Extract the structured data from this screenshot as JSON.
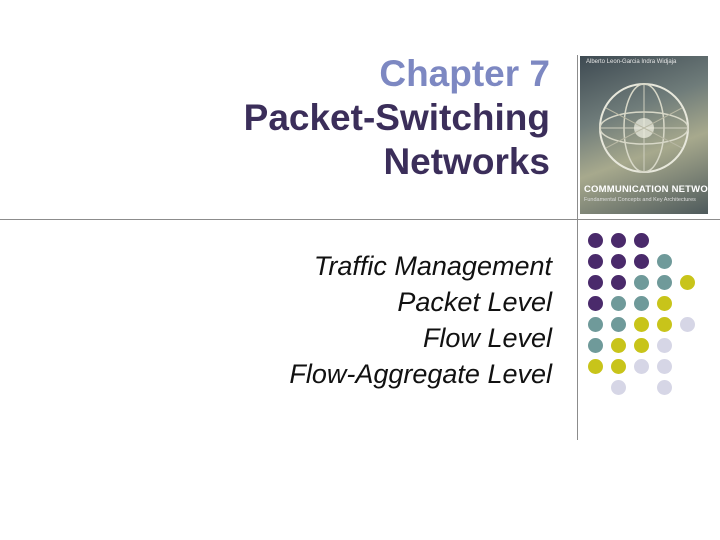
{
  "title": {
    "chapter": "Chapter 7",
    "line1": "Packet-Switching",
    "line2": "Networks"
  },
  "subtitle": {
    "items": [
      "Traffic Management",
      "Packet Level",
      "Flow Level",
      "Flow-Aggregate Level"
    ]
  },
  "book_cover": {
    "authors": "Alberto Leon-Garcia        Indra Widjaja",
    "title": "COMMUNICATION NETWORKS",
    "subtitle": "Fundamental Concepts and Key Architectures"
  },
  "colors": {
    "title_accent": "#7d88c2",
    "title_dark": "#3b2e5a",
    "dot_purple": "#4a2a6b",
    "dot_teal": "#6f9a9a",
    "dot_olive": "#c8c41a",
    "dot_lavender": "#d6d6e6"
  }
}
